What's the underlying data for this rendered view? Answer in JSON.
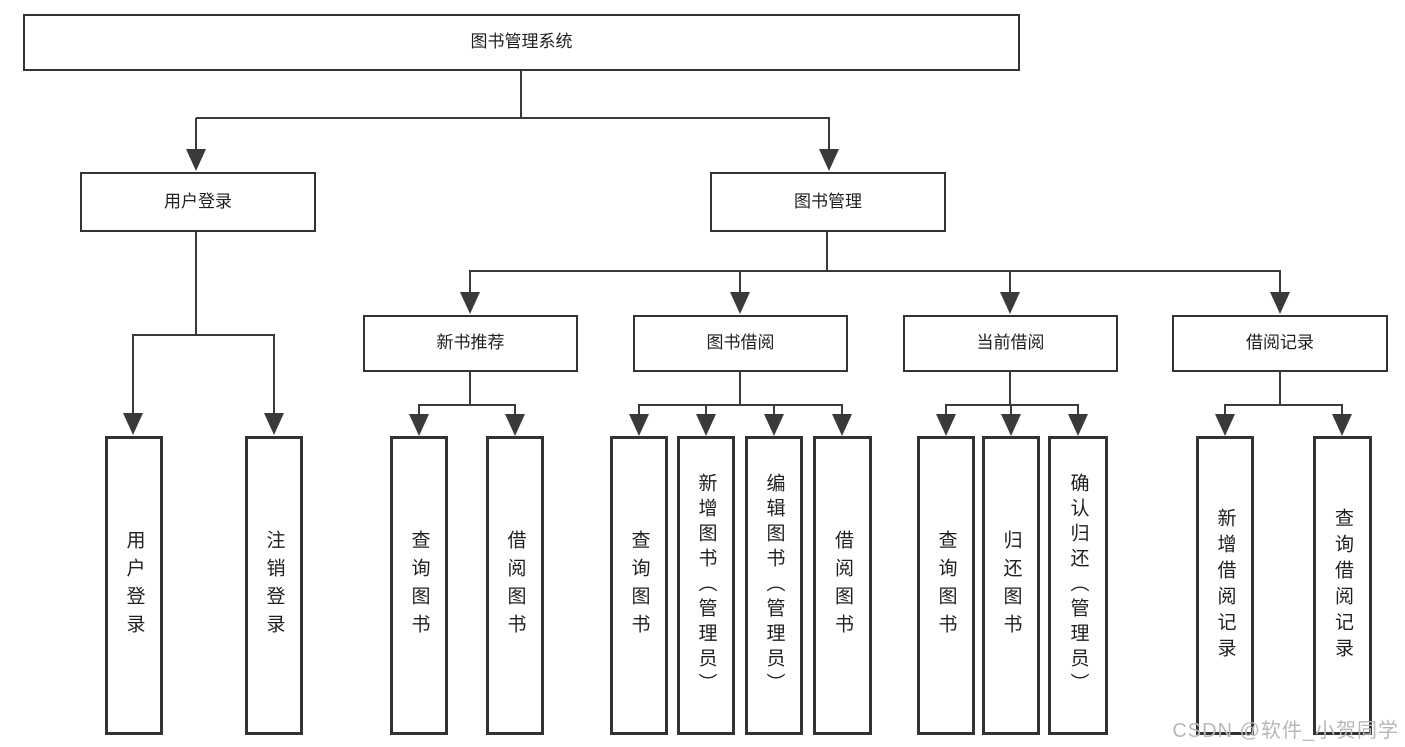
{
  "diagram": {
    "title": "图书管理系统",
    "colors": {
      "line": "#3a3a3a",
      "border": "#333333",
      "text": "#1f1f1f",
      "background": "#ffffff",
      "watermark": "#b8b8b8"
    },
    "nodes": {
      "root": "图书管理系统",
      "user_login": "用户登录",
      "book_mgmt": "图书管理",
      "new_book_rec": "新书推荐",
      "book_borrow": "图书借阅",
      "current_borrow": "当前借阅",
      "borrow_records": "借阅记录",
      "leaf_user_login": "用户登录",
      "leaf_logout": "注销登录",
      "leaf_nb_query": "查询图书",
      "leaf_nb_borrow": "借阅图书",
      "leaf_bb_query": "查询图书",
      "leaf_bb_add": "新增图书（管理员）",
      "leaf_bb_edit": "编辑图书（管理员）",
      "leaf_bb_borrow": "借阅图书",
      "leaf_cb_query": "查询图书",
      "leaf_cb_return": "归还图书",
      "leaf_cb_confirm": "确认归还（管理员）",
      "leaf_br_add": "新增借阅记录",
      "leaf_br_query": "查询借阅记录"
    },
    "watermark": "CSDN @软件_小贺同学"
  }
}
